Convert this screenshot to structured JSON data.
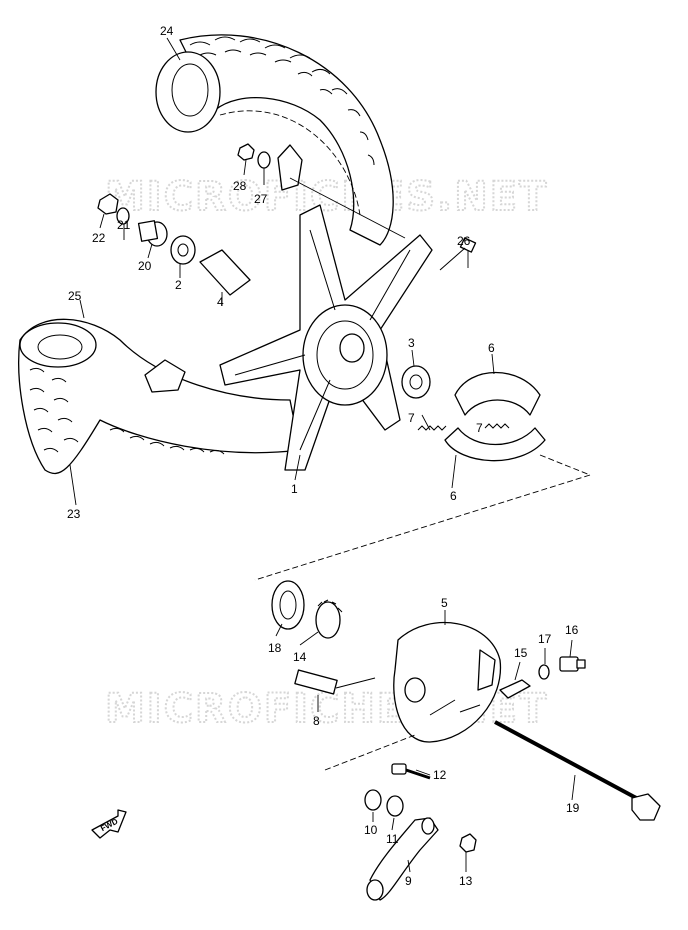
{
  "watermark": "MICROFICHES.NET",
  "direction_label": "FWD",
  "callouts": {
    "p1": "1",
    "p2": "2",
    "p3": "3",
    "p4": "4",
    "p5": "5",
    "p6a": "6",
    "p6b": "6",
    "p7a": "7",
    "p7b": "7",
    "p8": "8",
    "p9": "9",
    "p10": "10",
    "p11": "11",
    "p12": "12",
    "p13": "13",
    "p14": "14",
    "p15": "15",
    "p16": "16",
    "p17": "17",
    "p18": "18",
    "p19": "19",
    "p20": "20",
    "p21": "21",
    "p22": "22",
    "p23": "23",
    "p24": "24",
    "p25": "25",
    "p26": "26",
    "p27": "27",
    "p28": "28"
  }
}
